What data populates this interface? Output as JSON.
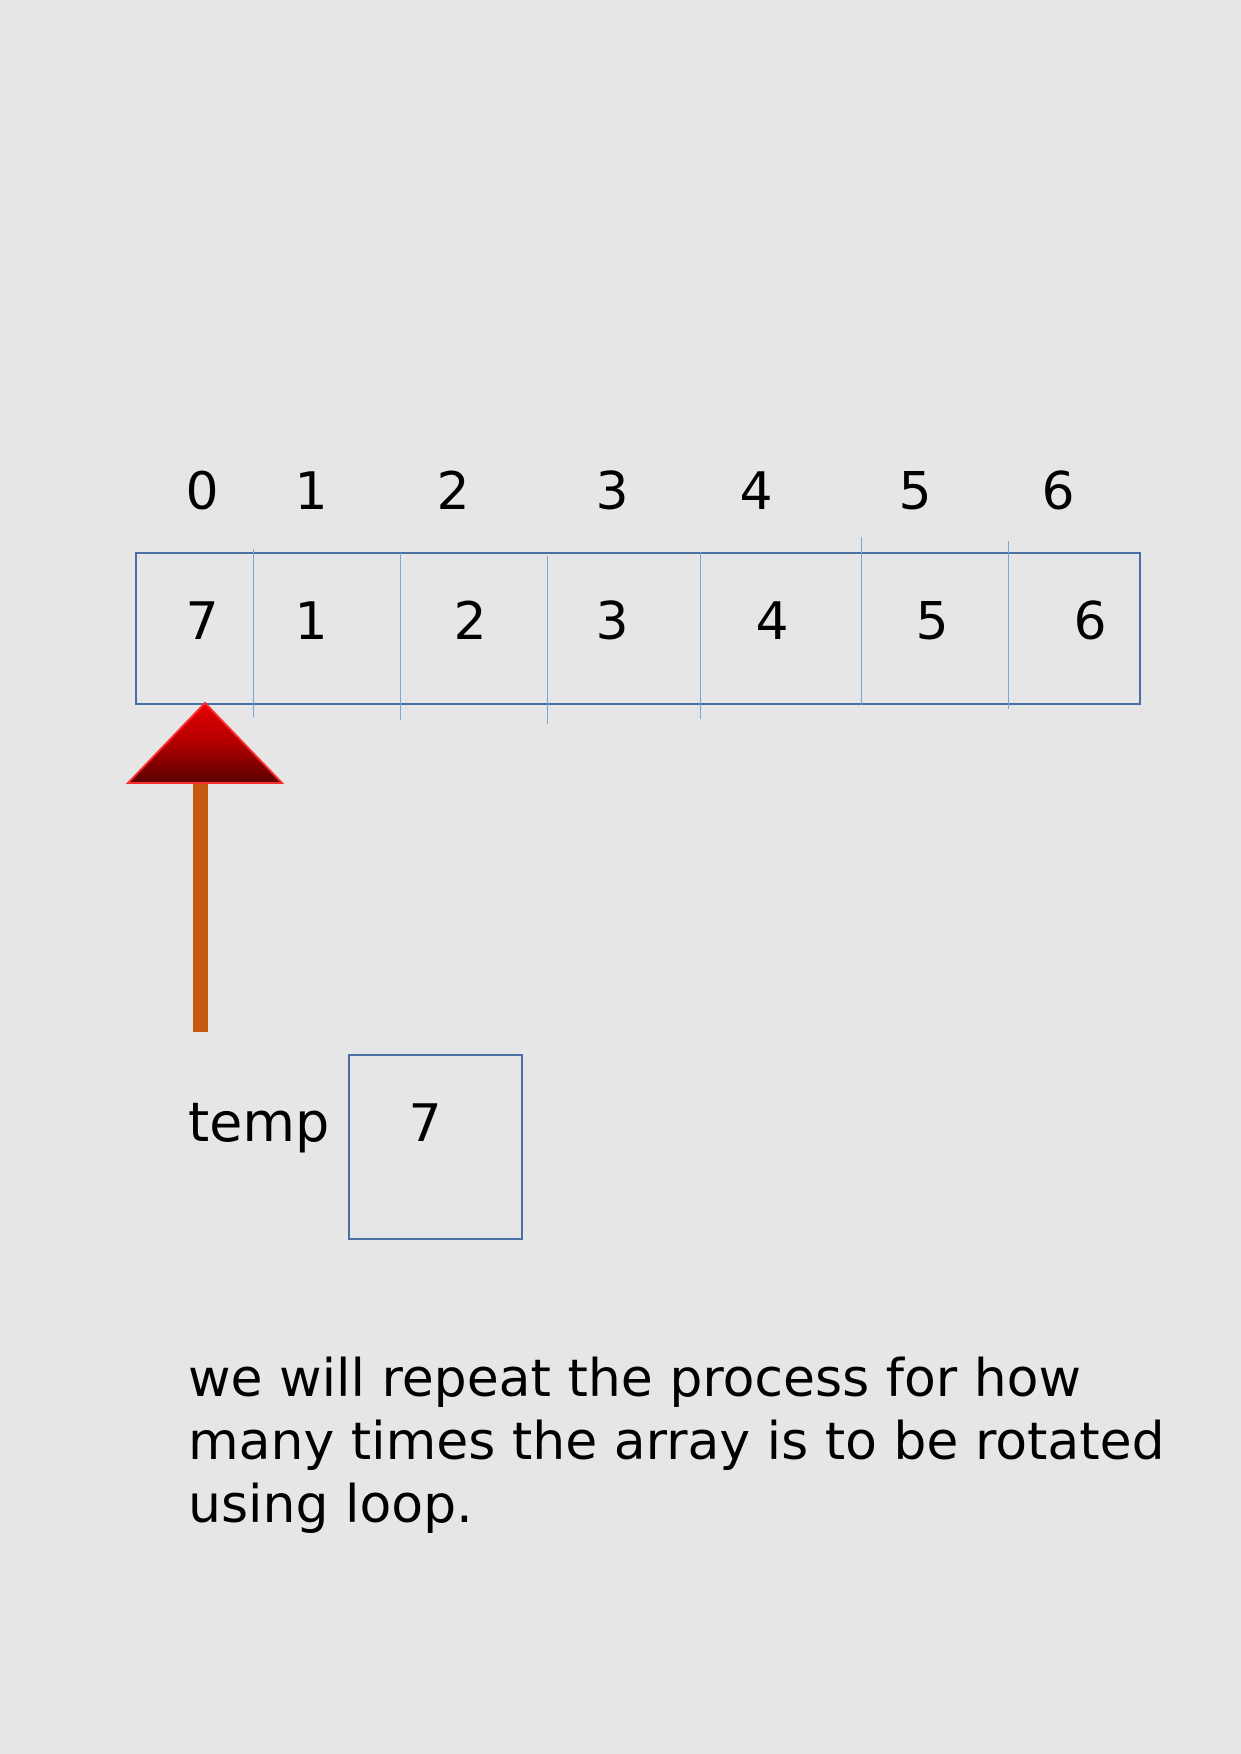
{
  "indices": [
    "0",
    "1",
    "2",
    "3",
    "4",
    "5",
    "6"
  ],
  "cells": [
    "7",
    "1",
    "2",
    "3",
    "4",
    "5",
    "6"
  ],
  "temp": {
    "label": "temp",
    "value": "7"
  },
  "caption": "we will repeat the process for how many times the array is to be rotated using loop.",
  "colors": {
    "background": "#e6e6e6",
    "box_border": "#4a6fa5",
    "divider": "#7ba7d6",
    "arrow_head": "#cc0000",
    "arrow_shaft": "#c55a11"
  },
  "pointer": {
    "icon": "up-arrow-icon",
    "points_to_index": "0"
  }
}
